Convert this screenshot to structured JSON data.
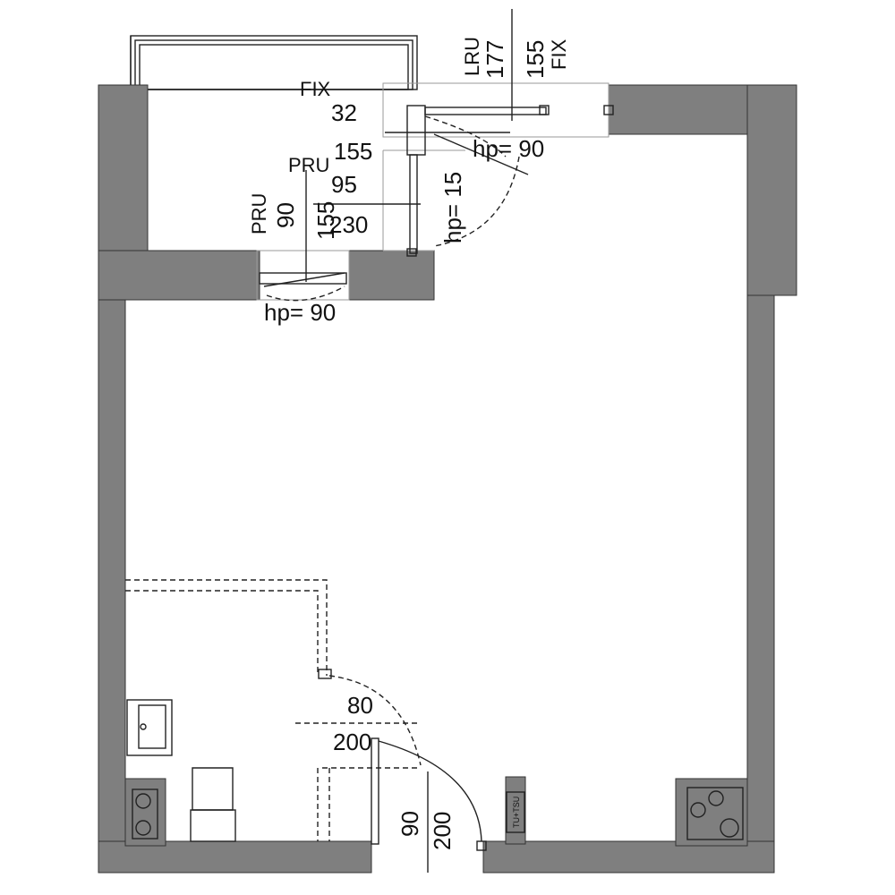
{
  "windows": {
    "balcony_fix": {
      "type": "FIX",
      "width": "32",
      "height": "155"
    },
    "balcony_pru_upper": {
      "type": "PRU",
      "width": "95",
      "height": "230"
    },
    "balcony_door": {
      "type": "LRU",
      "width": "177",
      "height": "155",
      "right_type": "FIX",
      "hp": "hp= 90"
    },
    "balcony_side": {
      "hp": "hp= 15"
    },
    "room_pru": {
      "type": "PRU",
      "width": "90",
      "height": "155",
      "hp": "hp= 90"
    }
  },
  "doors": {
    "bathroom": {
      "width": "80",
      "height": "200"
    },
    "entry": {
      "width": "90",
      "height": "200"
    }
  },
  "fixtures": {
    "shaft_tag": "TU+TSU"
  }
}
